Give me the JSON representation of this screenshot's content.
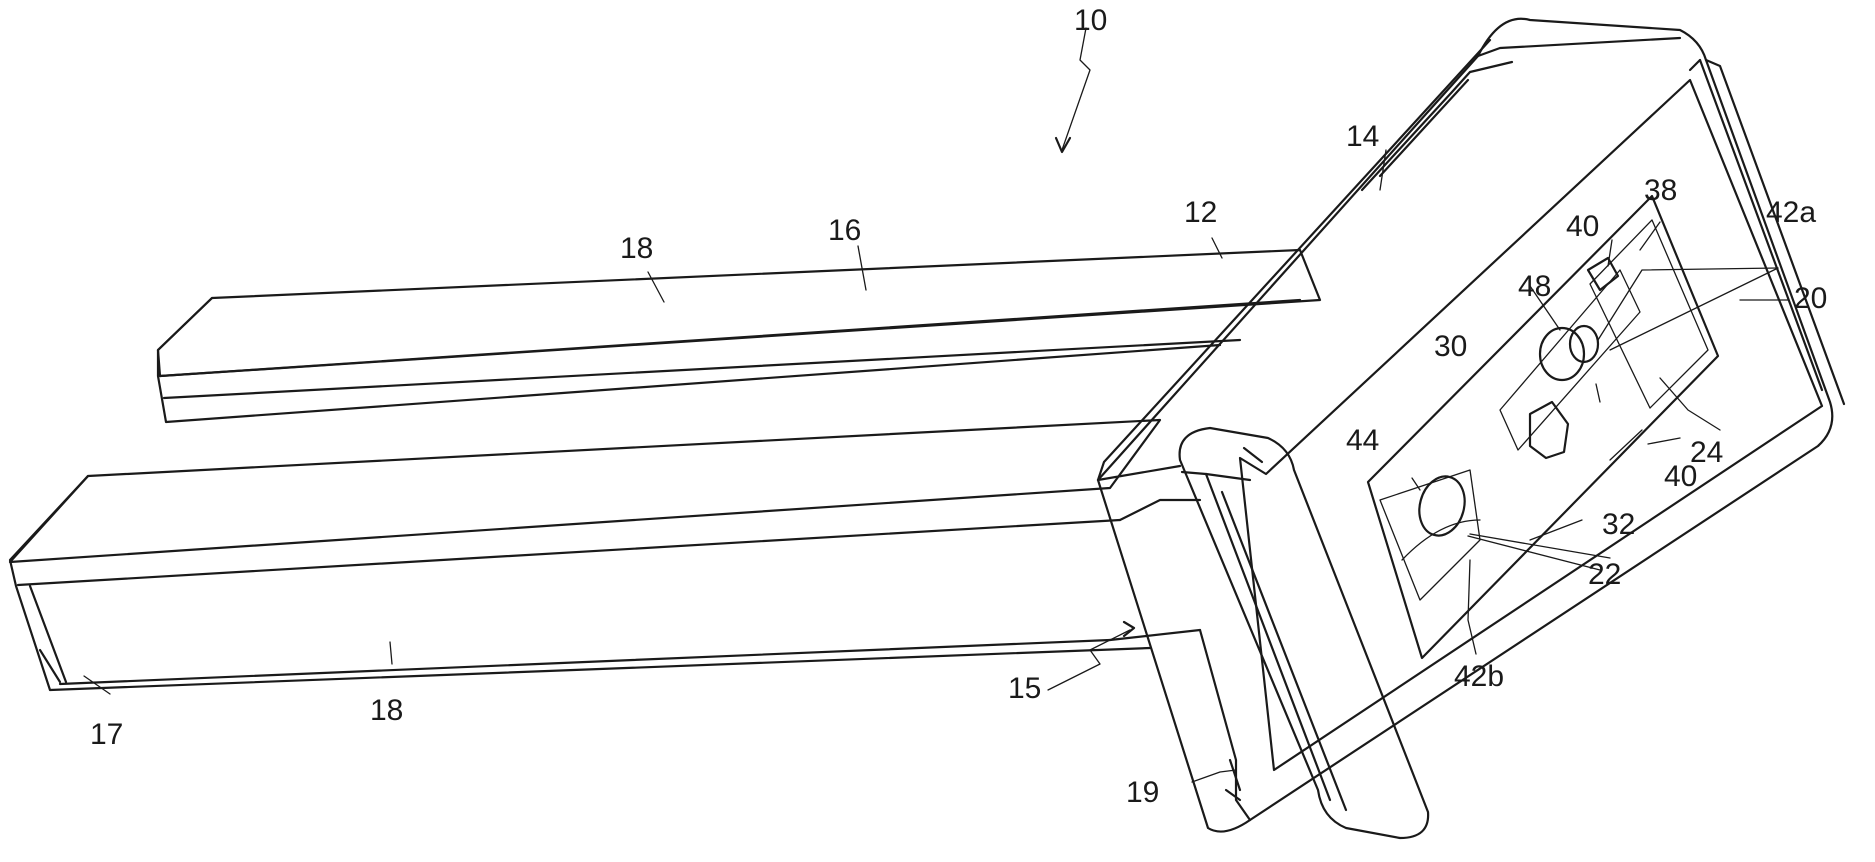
{
  "labels": {
    "l10": "10",
    "l14": "14",
    "l12": "12",
    "l16": "16",
    "l18a": "18",
    "l18b": "18",
    "l17": "17",
    "l15": "15",
    "l19": "19",
    "l20": "20",
    "l22": "22",
    "l24": "24",
    "l30": "30",
    "l32": "32",
    "l38": "38",
    "l40a": "40",
    "l40b": "40",
    "l42a": "42a",
    "l42b": "42b",
    "l44": "44",
    "l48": "48"
  }
}
